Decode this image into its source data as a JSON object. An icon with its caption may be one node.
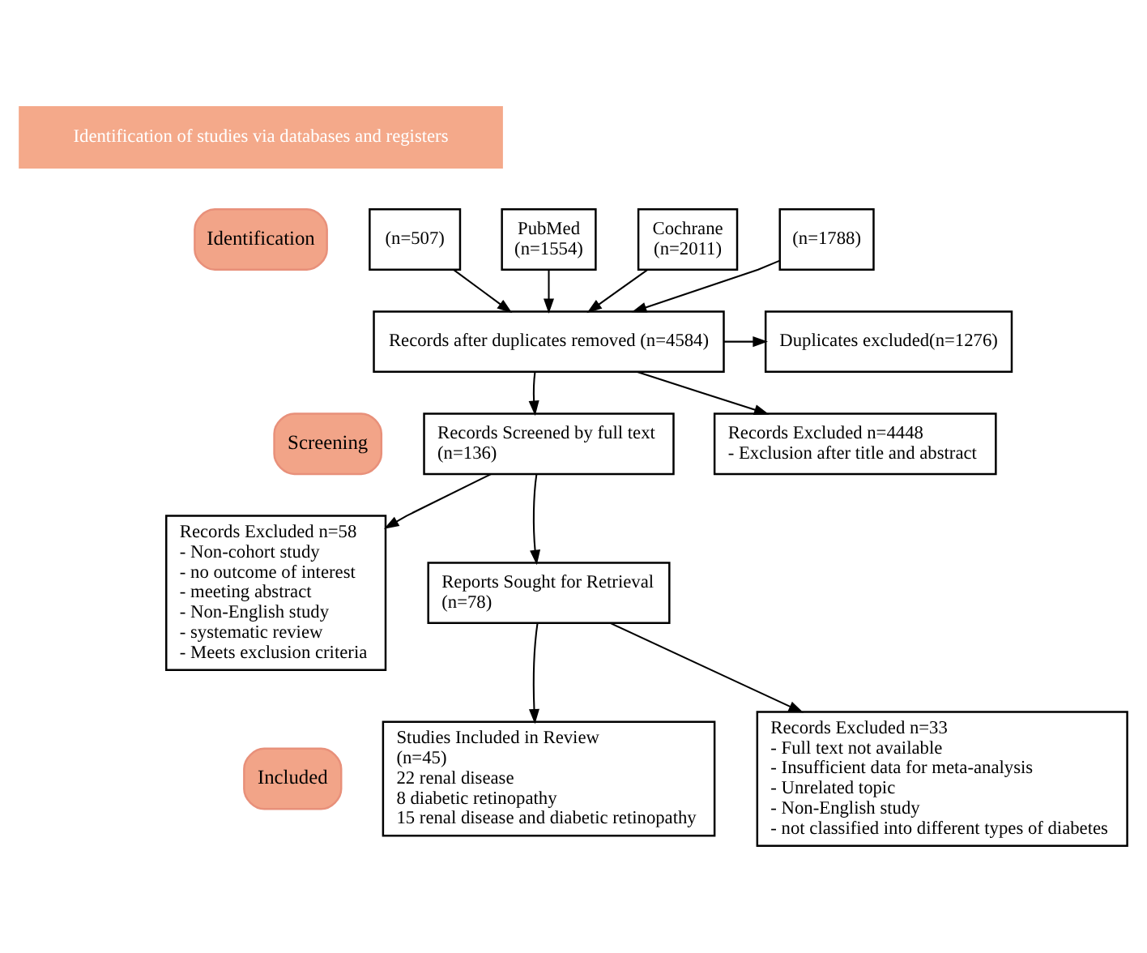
{
  "diagram": {
    "nodes": [
      {
        "text": [
          "Identification of studies via databases and registers"
        ]
      },
      {
        "text": [
          "Identification"
        ]
      },
      {
        "text": [
          "Screening"
        ]
      },
      {
        "text": [
          "Included"
        ]
      },
      {
        "text": [
          "(n=507)"
        ]
      },
      {
        "text": [
          "PubMed",
          "(n=1554)"
        ]
      },
      {
        "text": [
          "Cochrane",
          "(n=2011)"
        ]
      },
      {
        "text": [
          "(n=1788)"
        ]
      },
      {
        "text": [
          "Records after duplicates removed (n=4584)"
        ]
      },
      {
        "text": [
          "Duplicates excluded(n=1276)"
        ]
      },
      {
        "text": [
          "Records Excluded n=4448",
          "- Exclusion after title and abstract"
        ]
      },
      {
        "text": [
          "Records Screened by full text",
          "(n=136)"
        ]
      },
      {
        "text": [
          "Records Excluded n=58",
          "- Non-cohort study",
          "- no outcome of interest",
          "- meeting abstract",
          "- Non-English study",
          "- systematic review",
          "- Meets exclusion criteria"
        ]
      },
      {
        "text": [
          "Reports Sought for Retrieval",
          "(n=78)"
        ]
      },
      {
        "text": [
          "Records Excluded n=33",
          "- Full text not available",
          "- Insufficient data for meta-analysis",
          "- Unrelated topic",
          "- Non-English study",
          "- not classified into different types of diabetes"
        ]
      },
      {
        "text": [
          "Studies Included in Review",
          "(n=45)",
          "22 renal disease",
          "8 diabetic retinopathy",
          "15 renal disease and diabetic retinopathy"
        ]
      }
    ],
    "edges": [
      {
        "from": 4,
        "to": 8,
        "arrow": "to"
      },
      {
        "from": 5,
        "to": 8,
        "arrow": "to"
      },
      {
        "from": 6,
        "to": 8,
        "arrow": "to"
      },
      {
        "from": 7,
        "to": 8,
        "arrow": "to"
      },
      {
        "from": 8,
        "to": 9,
        "arrow": "to"
      },
      {
        "from": 8,
        "to": 10,
        "arrow": "to"
      },
      {
        "from": 8,
        "to": 11,
        "arrow": "to"
      },
      {
        "from": 11,
        "to": 12,
        "arrow": "to"
      },
      {
        "from": 11,
        "to": 13,
        "arrow": "to"
      },
      {
        "from": 13,
        "to": 14,
        "arrow": "to"
      },
      {
        "from": 13,
        "to": 15,
        "arrow": "to"
      }
    ]
  }
}
